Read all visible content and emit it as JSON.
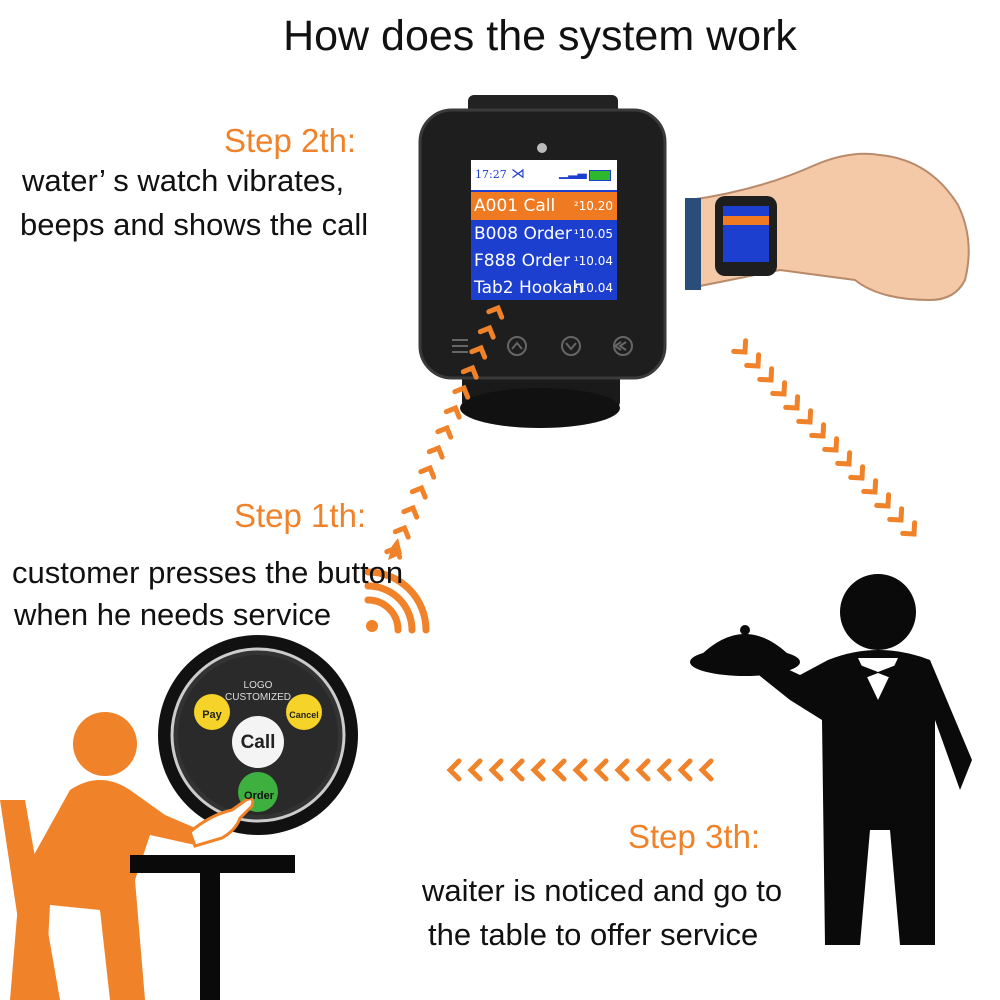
{
  "title": "How does the system work",
  "steps": {
    "step2": {
      "heading": "Step 2th:",
      "line1": "water’ s watch vibrates,",
      "line2": "beeps and shows the call"
    },
    "step1": {
      "heading": "Step 1th:",
      "line1": "customer presses the button",
      "line2": "when he needs service"
    },
    "step3": {
      "heading": "Step 3th:",
      "line1": "waiter is noticed and go to",
      "line2": "the table to offer service"
    }
  },
  "watch": {
    "status_time": "17:27",
    "rows": [
      {
        "label": "A001 Call",
        "time": "²10.20",
        "highlight": true
      },
      {
        "label": "B008 Order",
        "time": "¹10.05",
        "highlight": false
      },
      {
        "label": "F888 Order",
        "time": "¹10.04",
        "highlight": false
      },
      {
        "label": "Tab2 Hookah",
        "time": "¹10.04",
        "highlight": false
      }
    ]
  },
  "pager": {
    "logo_line1": "LOGO",
    "logo_line2": "CUSTOMIZED",
    "btn_pay": "Pay",
    "btn_cancel": "Cancel",
    "btn_call": "Call",
    "btn_order": "Order"
  },
  "colors": {
    "accent": "#f0822a",
    "screen_blue": "#1d3fd0",
    "screen_orange": "#f07a22"
  }
}
